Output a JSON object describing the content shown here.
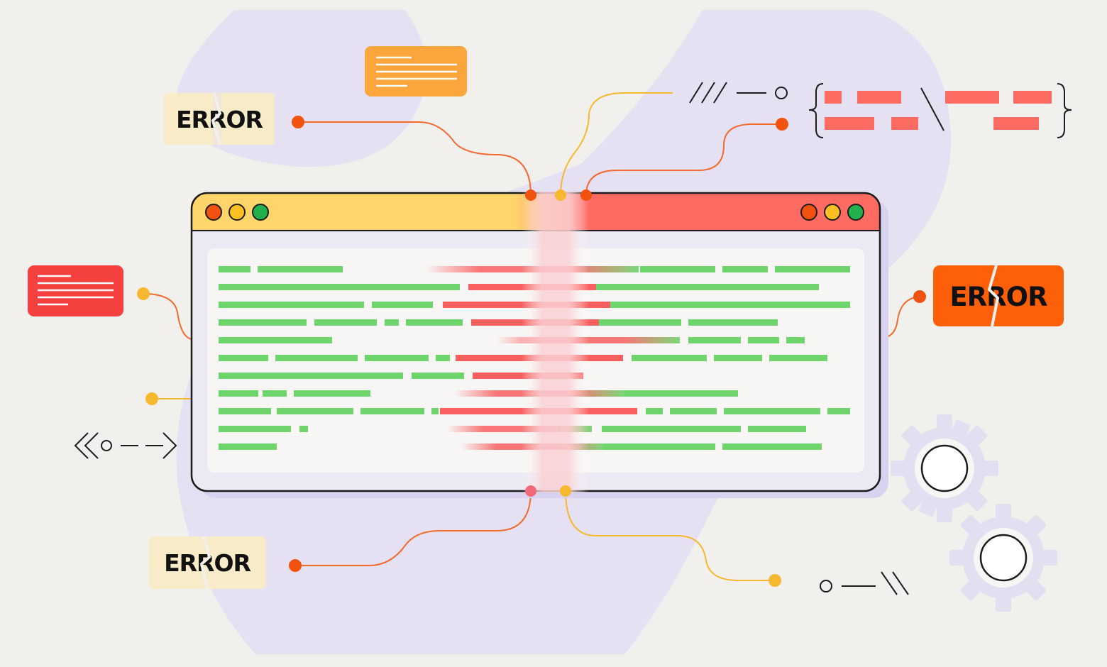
{
  "labels": {
    "error_top_left": "ERROR",
    "error_right": "ERROR",
    "error_bottom_left": "ERROR"
  },
  "colors": {
    "background": "#f2f0ed",
    "blob": "#e6e1f2",
    "window_left_bar": "#fdd56b",
    "window_right_bar": "#fd6b63",
    "code_ok": "#6dd56c",
    "code_error": "#f8605f",
    "dot_red": "#f2520f",
    "dot_yellow": "#fbbf24",
    "dot_green": "#22b14c",
    "wire_orange": "#f26a2d",
    "wire_yellow": "#f5b82e",
    "badge_pale": "#f8ebc8",
    "badge_orange": "#fd6009",
    "note_orange": "#fba53d",
    "note_red": "#f54040",
    "gear": "#e3def0"
  },
  "icons": {
    "window_controls": [
      "close-dot-icon",
      "minimize-dot-icon",
      "maximize-dot-icon"
    ],
    "decorations": [
      "gear-icon",
      "code-brackets-icon",
      "slash-connector-icon",
      "chevron-connector-icon"
    ]
  }
}
